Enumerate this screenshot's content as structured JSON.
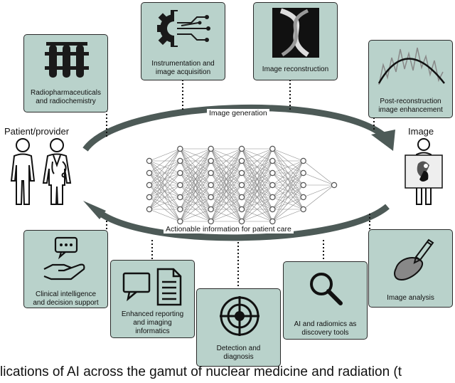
{
  "labels": {
    "patient_provider": "Patient/provider",
    "image": "Image",
    "image_generation": "Image generation",
    "actionable_information": "Actionable information for patient care"
  },
  "boxes": {
    "radiopharmaceuticals": [
      "Radiopharmaceuticals",
      "and radiochemistry"
    ],
    "instrumentation": [
      "Instrumentation and",
      "image acquisition"
    ],
    "reconstruction": [
      "Image reconstruction"
    ],
    "post_reconstruction": [
      "Post-reconstruction",
      "image enhancement"
    ],
    "clinical_intelligence": [
      "Clinical intelligence",
      "and decision support"
    ],
    "enhanced_reporting": [
      "Enhanced reporting",
      "and imaging",
      "informatics"
    ],
    "detection": [
      "Detection and",
      "diagnosis"
    ],
    "ai_radiomics": [
      "AI and radiomics as",
      "discovery tools"
    ],
    "image_analysis": [
      "Image analysis"
    ]
  },
  "caption": "lications of AI across the gamut of nuclear medicine and radiation (t",
  "colors": {
    "box_fill": "#b9d2cb",
    "arrow": "#4d5a57",
    "border": "#2a2a2a"
  },
  "network_layers": [
    5,
    7,
    7,
    7,
    7,
    5,
    1
  ]
}
